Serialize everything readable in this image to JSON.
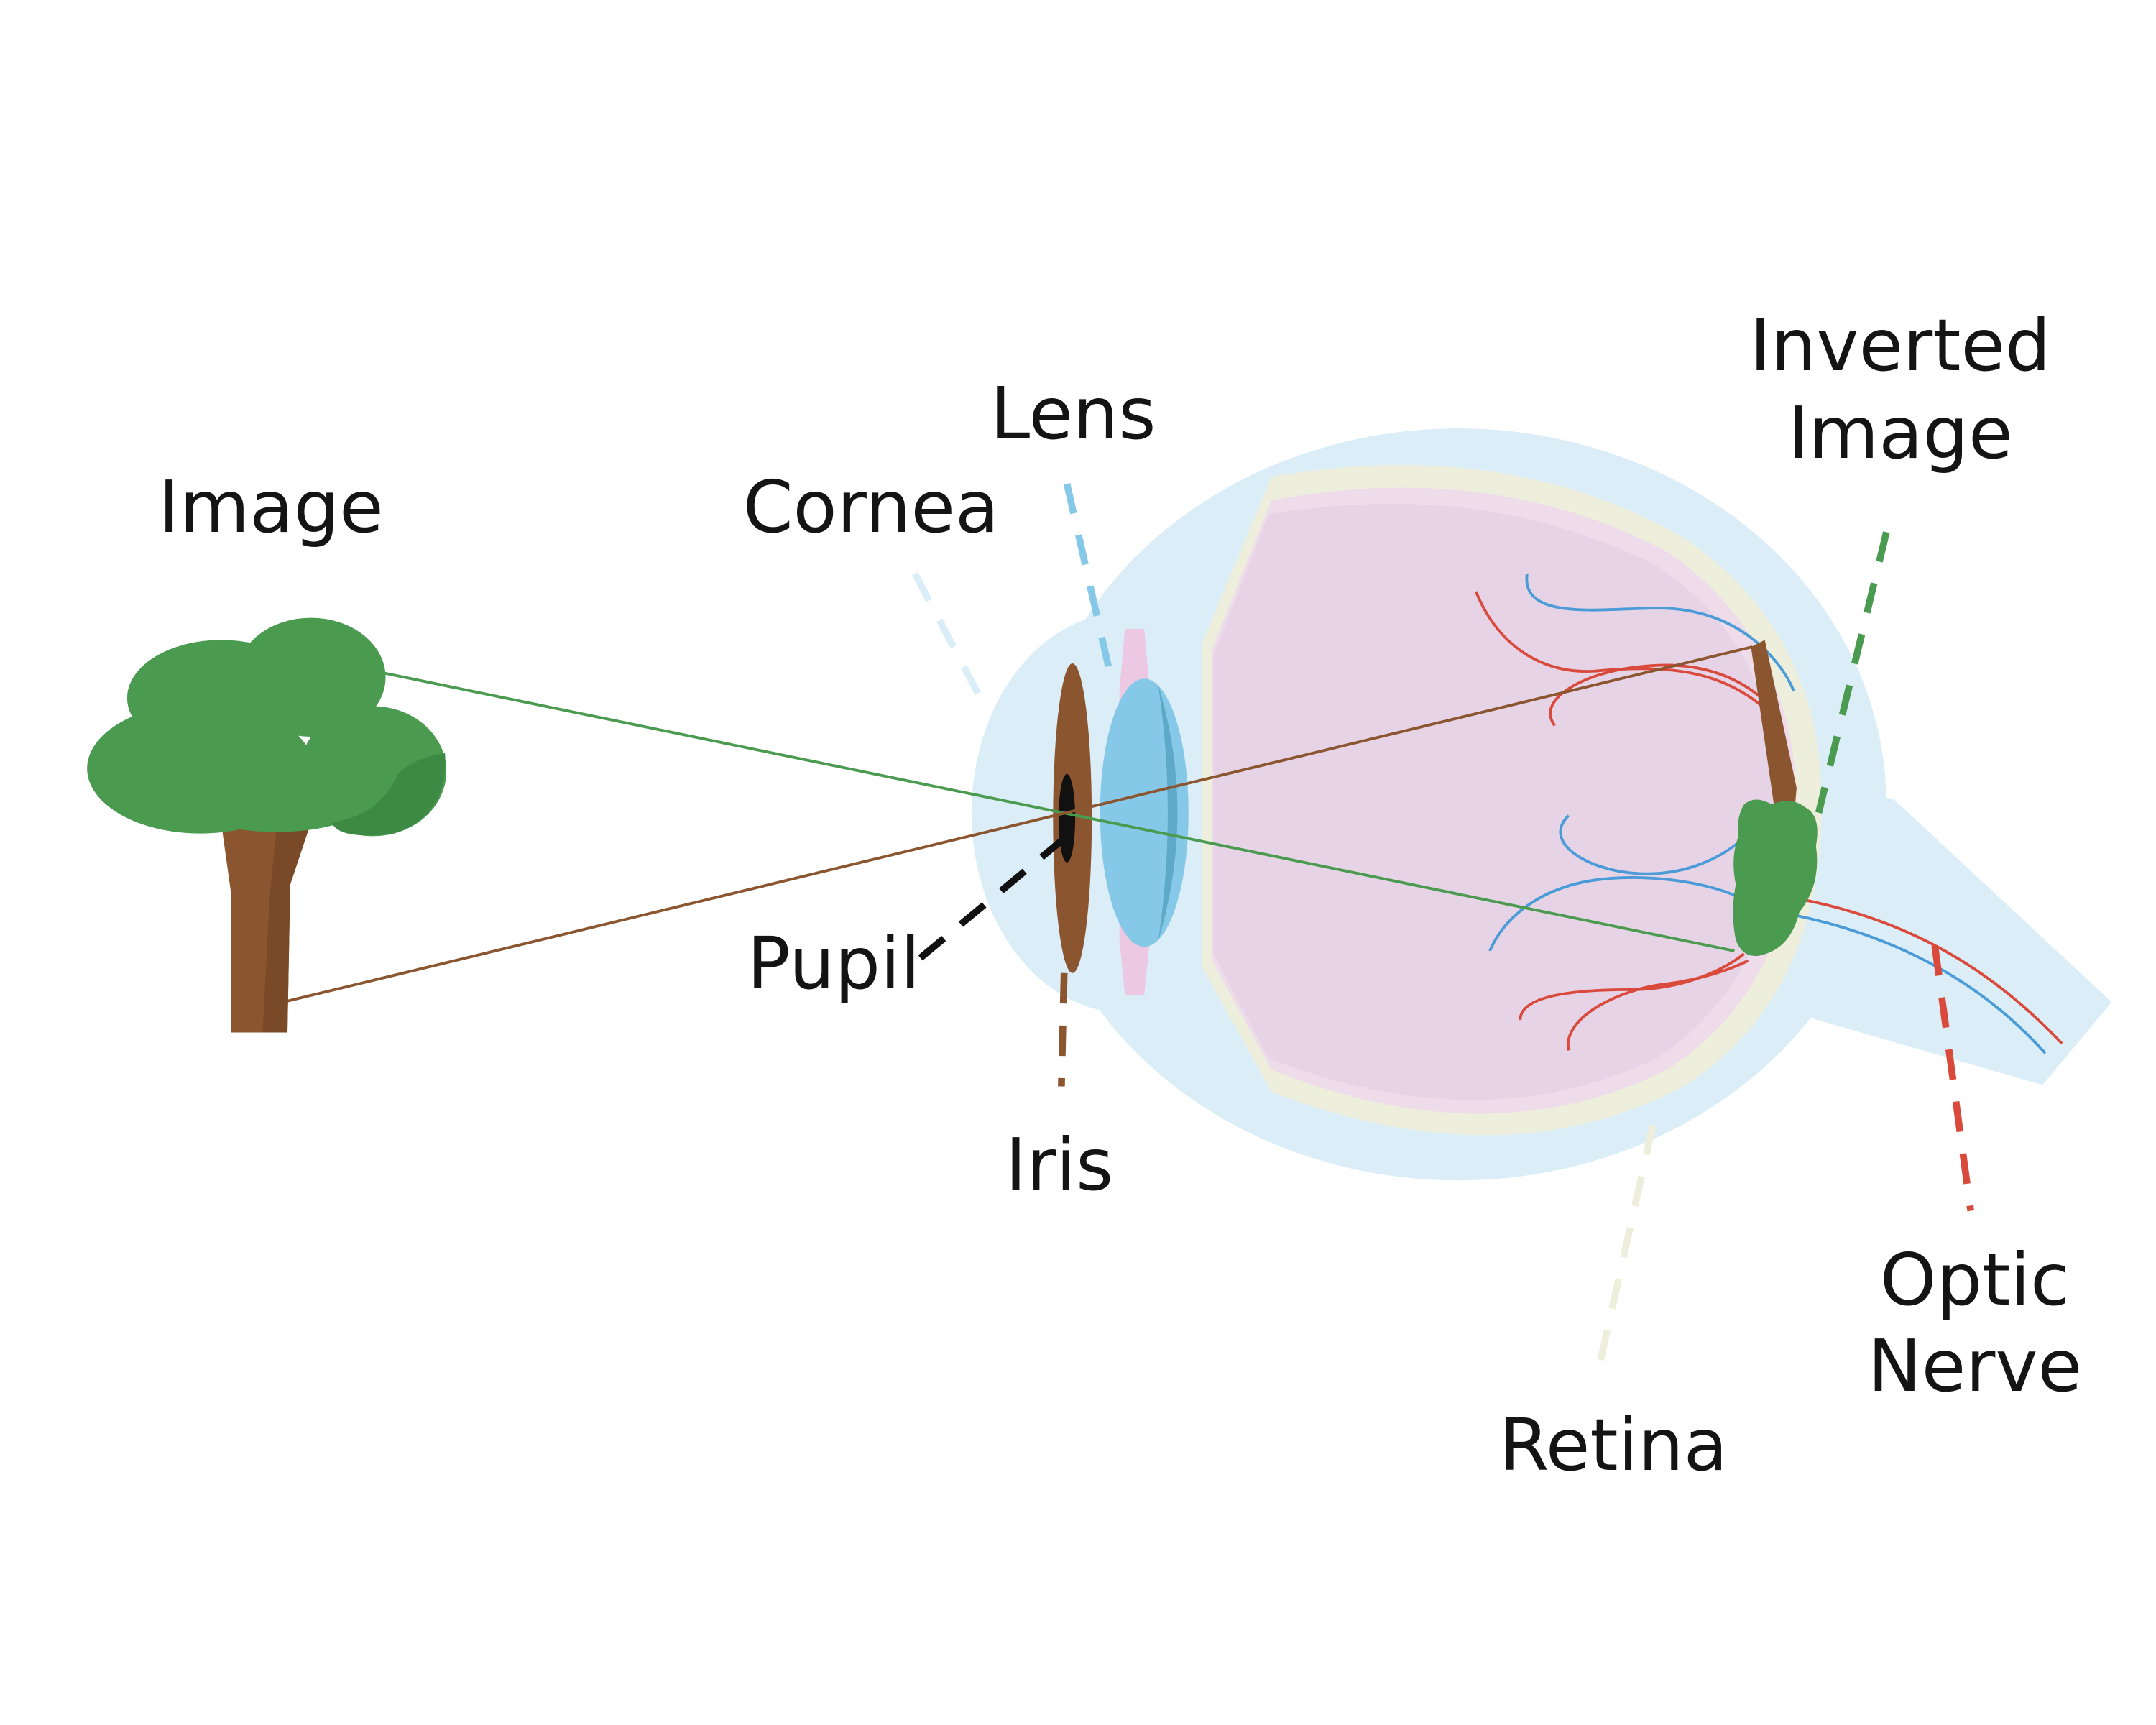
{
  "labels": {
    "image": "Image",
    "cornea": "Cornea",
    "lens": "Lens",
    "inverted_image_line1": "Inverted",
    "inverted_image_line2": "Image",
    "pupil": "Pupil",
    "iris": "Iris",
    "retina": "Retina",
    "optic_nerve_line1": "Optic",
    "optic_nerve_line2": "Nerve"
  },
  "colors": {
    "tree_foliage": "#4a9a50",
    "tree_trunk": "#8b5530",
    "sclera": "#dbeef8",
    "vitreous": "#e6d4e6",
    "retina_layer": "#eeeedc",
    "lens": "#86c8e8",
    "iris": "#8b5530",
    "pupil": "#111111",
    "leader_cornea": "#dbeef8",
    "leader_lens": "#86c8e8",
    "leader_inverted": "#4a9a50",
    "leader_pupil": "#111111",
    "leader_iris": "#8b5530",
    "leader_retina": "#eeeedc",
    "leader_optic": "#d94a3c",
    "ray_top": "#4a9a50",
    "ray_bottom": "#8b5530",
    "vessel_red": "#d94a3c",
    "vessel_blue": "#4a9bd8"
  }
}
